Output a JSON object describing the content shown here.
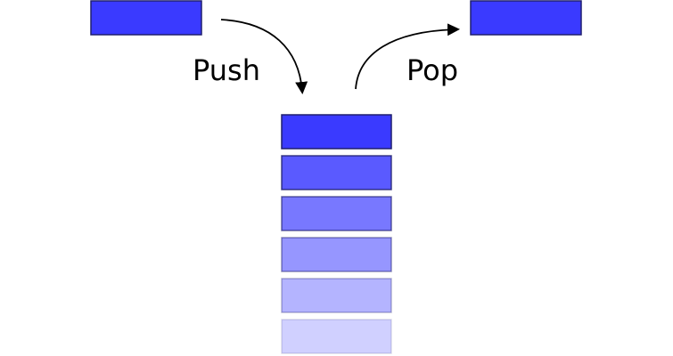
{
  "diagram": {
    "push_label": "Push",
    "pop_label": "Pop",
    "colors": {
      "incoming_block": "#3a3aff",
      "outgoing_block": "#3a3aff",
      "stack_top": "#3a3aff",
      "stack_levels": [
        "#3a3aff",
        "#5a5aff",
        "#7878ff",
        "#9696ff",
        "#b4b4ff",
        "#d0d0ff"
      ],
      "outline": "#1f1f6e",
      "arrow": "#000000"
    },
    "stack_block_count": 6
  }
}
